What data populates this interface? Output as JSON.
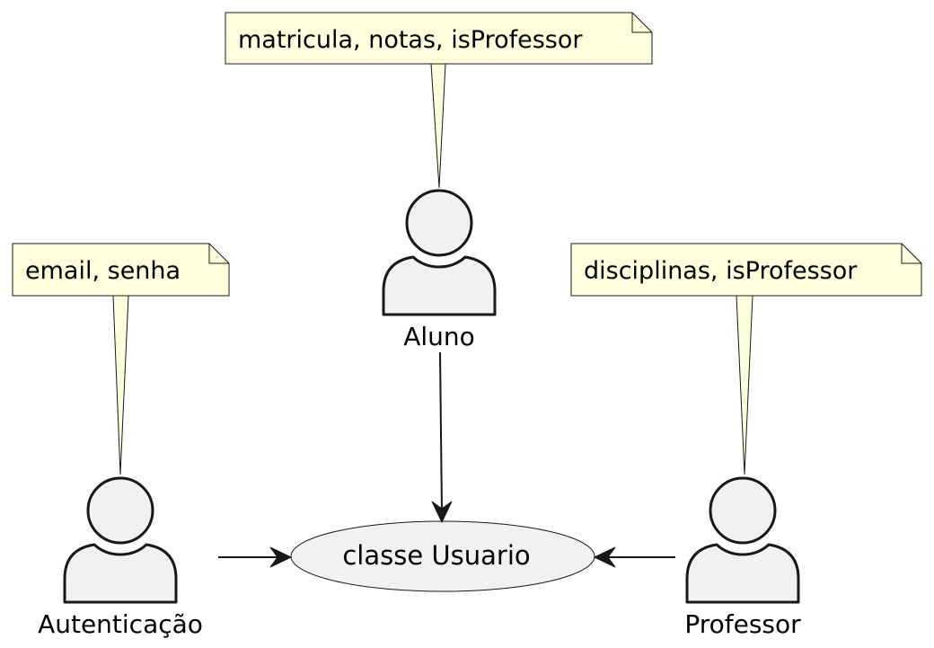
{
  "colors": {
    "note_fill": "#FEFFDD",
    "actor_fill": "#F1F1F1",
    "usecase_fill": "#F1F1F1",
    "stroke": "#181818"
  },
  "notes": {
    "aluno": "matricula, notas, isProfessor",
    "autenticacao": "email, senha",
    "professor": "disciplinas, isProfessor"
  },
  "actors": {
    "aluno": "Aluno",
    "autenticacao": "Autenticação",
    "professor": "Professor"
  },
  "usecase": {
    "label": "classe Usuario"
  },
  "icons": {
    "actor": "person-icon"
  }
}
